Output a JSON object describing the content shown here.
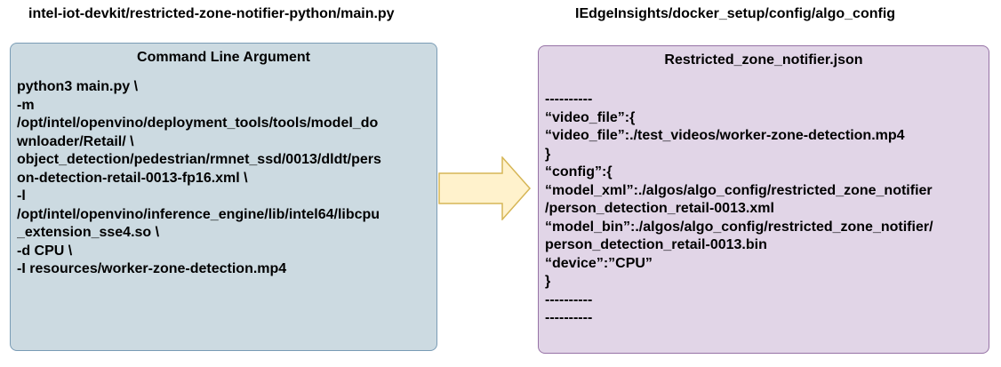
{
  "left_header": "intel-iot-devkit/restricted-zone-notifier-python/main.py",
  "right_header": "IEdgeInsights/docker_setup/config/algo_config",
  "left_panel": {
    "title": "Command Line Argument",
    "lines": [
      "python3 main.py \\",
      "-m",
      "/opt/intel/openvino/deployment_tools/tools/model_do",
      "wnloader/Retail/ \\",
      "object_detection/pedestrian/rmnet_ssd/0013/dldt/pers",
      "on-detection-retail-0013-fp16.xml \\",
      "-l",
      "/opt/intel/openvino/inference_engine/lib/intel64/libcpu",
      "_extension_sse4.so \\",
      "-d CPU \\",
      "-I resources/worker-zone-detection.mp4"
    ]
  },
  "right_panel": {
    "title": "Restricted_zone_notifier.json",
    "lines": [
      "----------",
      "“video_file”:{",
      "“video_file”:./test_videos/worker-zone-detection.mp4",
      "}",
      "“config”:{",
      "“model_xml”:./algos/algo_config/restricted_zone_notifier",
      "/person_detection_retail-0013.xml",
      "“model_bin”:./algos/algo_config/restricted_zone_notifier/",
      "person_detection_retail-0013.bin",
      "“device”:”CPU”",
      "}",
      "----------",
      "----------"
    ]
  },
  "colors": {
    "left_fill": "#ccdae1",
    "left_stroke": "#7a9cb5",
    "right_fill": "#e1d5e7",
    "right_stroke": "#9673a6",
    "arrow_fill": "#fff2cc",
    "arrow_stroke": "#d6b656"
  }
}
